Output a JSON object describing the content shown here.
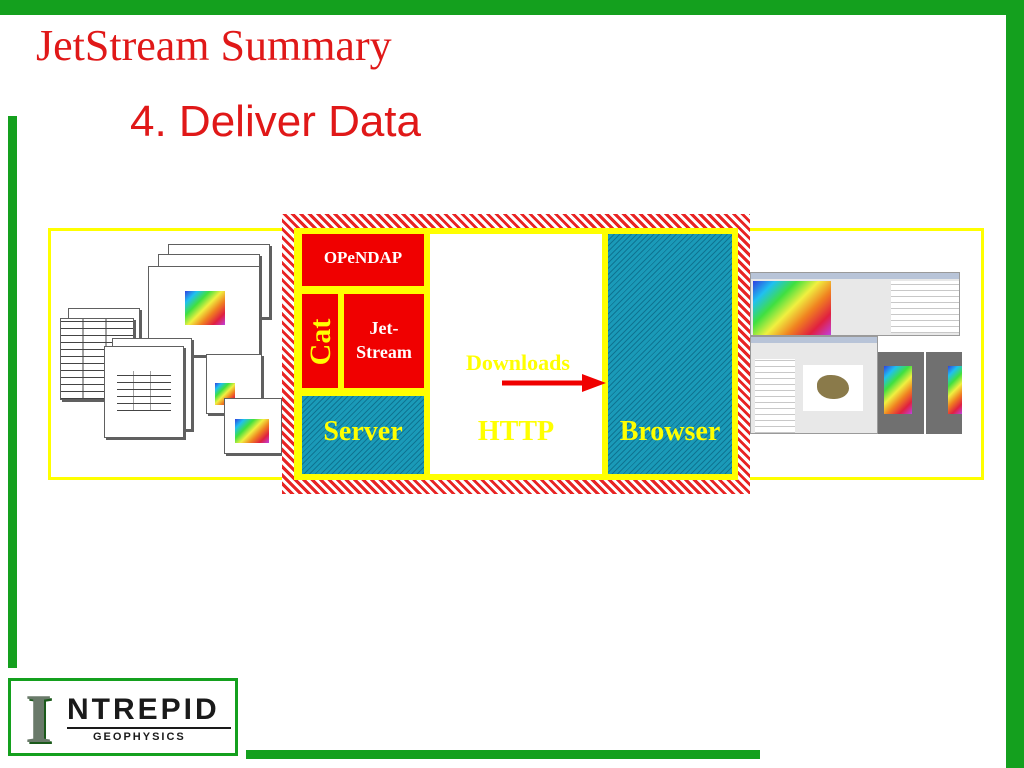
{
  "slide": {
    "title": "JetStream Summary",
    "subtitle": "4.  Deliver Data"
  },
  "diagram": {
    "opendap": "OPeNDAP",
    "cat": "Cat",
    "jetstream_line1": "Jet-",
    "jetstream_line2": "Stream",
    "server": "Server",
    "downloads": "Downloads",
    "http": "HTTP",
    "browser": "Browser"
  },
  "logo": {
    "initial": "I",
    "word": "NTREPID",
    "sub": "GEOPHYSICS"
  },
  "colors": {
    "frame_green": "#14a01e",
    "title_red": "#e01818",
    "box_red": "#f00000",
    "box_teal": "#1a9ab8",
    "highlight_yellow": "#ffff00"
  }
}
